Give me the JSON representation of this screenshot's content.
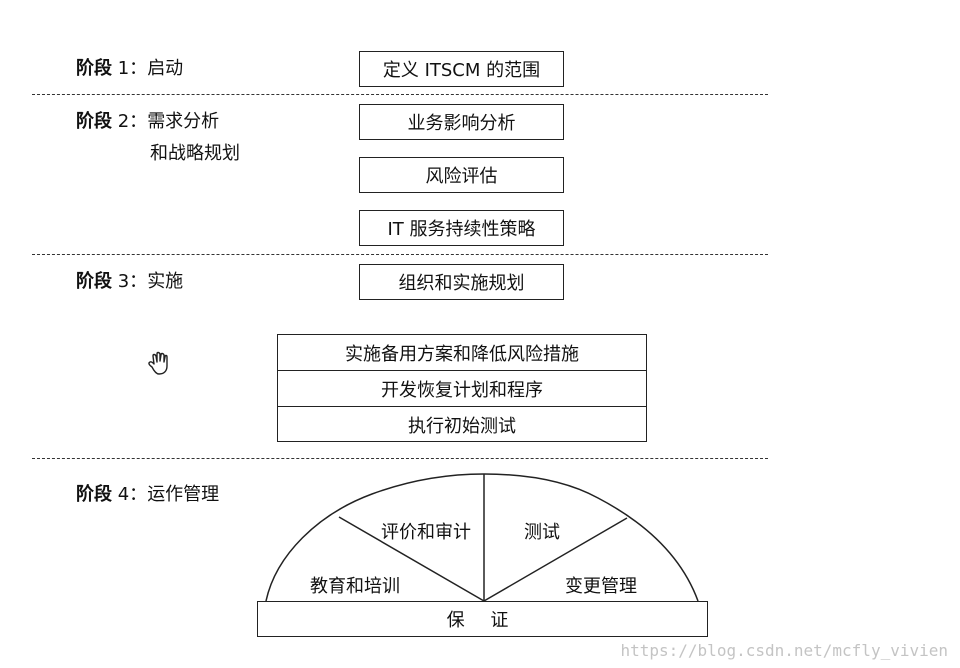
{
  "stages": {
    "s1": {
      "bold": "阶段",
      "num": "1：",
      "name": "启动",
      "sub": ""
    },
    "s2": {
      "bold": "阶段",
      "num": "2：",
      "name": "需求分析",
      "sub": "和战略规划"
    },
    "s3": {
      "bold": "阶段",
      "num": "3：",
      "name": "实施",
      "sub": ""
    },
    "s4": {
      "bold": "阶段",
      "num": "4：",
      "name": "运作管理",
      "sub": ""
    }
  },
  "boxes": {
    "scope": "定义 ITSCM 的范围",
    "bia": "业务影响分析",
    "risk": "风险评估",
    "strategy": "IT 服务持续性策略",
    "org_plan": "组织和实施规划"
  },
  "implementation_stack": [
    "实施备用方案和降低风险措施",
    "开发恢复计划和程序",
    "执行初始测试"
  ],
  "dome": {
    "education": "教育和培训",
    "review": "评价和审计",
    "testing": "测试",
    "change": "变更管理",
    "assurance": "保 证"
  },
  "icons": {
    "hand": "hand-cursor-icon"
  },
  "watermark": "https://blog.csdn.net/mcfly_vivien"
}
